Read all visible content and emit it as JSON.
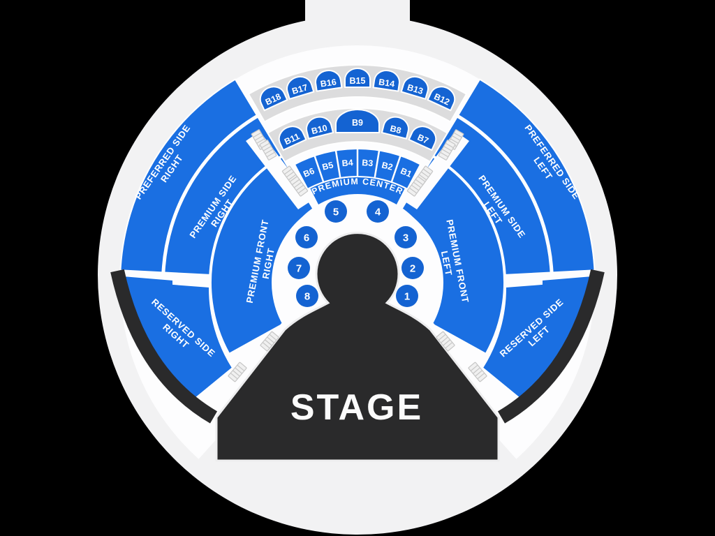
{
  "stage": {
    "label": "STAGE"
  },
  "sections": {
    "premium_center": {
      "label": "PREMIUM CENTER"
    },
    "preferred_side_right": {
      "line1": "PREFERRED SIDE",
      "line2": "RIGHT"
    },
    "premium_side_right": {
      "line1": "PREMIUM SIDE",
      "line2": "RIGHT"
    },
    "premium_front_right": {
      "line1": "PREMIUM FRONT",
      "line2": "RIGHT"
    },
    "reserved_side_right": {
      "line1": "RESERVED SIDE",
      "line2": "RIGHT"
    },
    "preferred_side_left": {
      "line1": "PREFERRED SIDE",
      "line2": "LEFT"
    },
    "premium_side_left": {
      "line1": "PREMIUM SIDE",
      "line2": "LEFT"
    },
    "premium_front_left": {
      "line1": "PREMIUM FRONT",
      "line2": "LEFT"
    },
    "reserved_side_left": {
      "line1": "RESERVED SIDE",
      "line2": "LEFT"
    }
  },
  "booths": {
    "row_rear": [
      "B18",
      "B17",
      "B16",
      "B15",
      "B14",
      "B13",
      "B12"
    ],
    "row_mid": [
      "B11",
      "B10",
      "B9",
      "B8",
      "B7"
    ],
    "row_front": [
      "B6",
      "B5",
      "B4",
      "B3",
      "B2",
      "B1"
    ]
  },
  "tables": [
    "5",
    "4",
    "6",
    "3",
    "7",
    "2",
    "8",
    "1"
  ],
  "colors": {
    "background": "#000000",
    "venue_floor": "#f2f2f3",
    "aisle_white": "#fdfdfe",
    "section_blue": "#1a6fe2",
    "unit_blue": "#1463d2",
    "band_gray": "#dcdcdd",
    "stage_dark": "#2a2a2b",
    "label_text": "#ffffff"
  }
}
